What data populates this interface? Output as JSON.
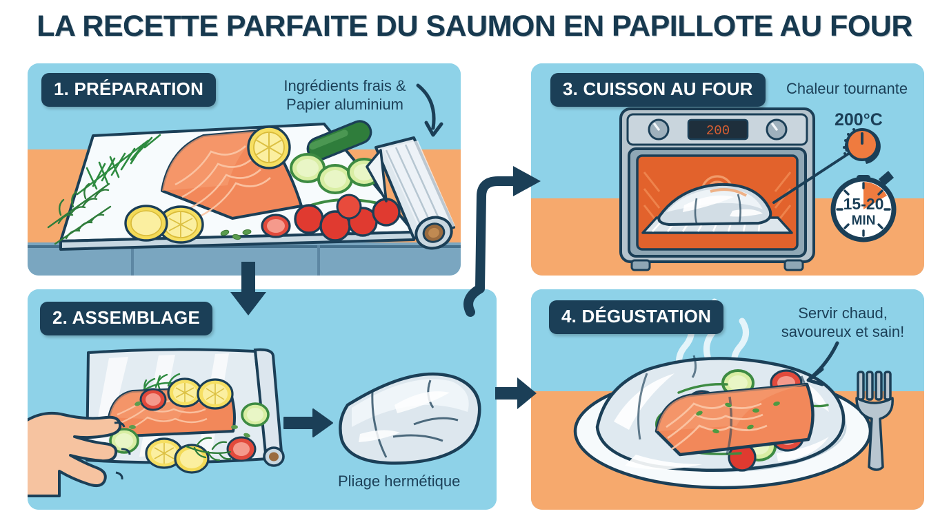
{
  "title": "LA RECETTE PARFAITE DU SAUMON EN PAPILLOTE AU FOUR",
  "colors": {
    "title_navy": "#17394f",
    "chip_navy": "#1b3f57",
    "sky_blue": "#8ed2e8",
    "counter_orange": "#f6a96d",
    "cabinet_blue": "#7aa6c0",
    "salmon": "#f08c5a",
    "accent_orange": "#ef7b3f",
    "foil_silver": "#c9d5dd",
    "white": "#ffffff"
  },
  "panels": [
    {
      "id": "panel1",
      "step_label": "1. PRÉPARATION",
      "annotation": "Ingrédients frais &\nPapier aluminium",
      "scene_name": "cutting-board-with-fresh-ingredients",
      "items": [
        "salmon fillet",
        "dill",
        "thyme",
        "lemon slices",
        "zucchini",
        "cherry tomatoes",
        "aluminium foil roll"
      ]
    },
    {
      "id": "panel2",
      "step_label": "2. ASSEMBLAGE",
      "caption": "Pliage hermétique",
      "scene_name": "hand-wrapping-salmon-in-foil",
      "items": [
        "hand",
        "foil sheet",
        "salmon fillet",
        "lemon",
        "dill",
        "tomato",
        "zucchini",
        "sealed foil packet"
      ]
    },
    {
      "id": "panel3",
      "step_label": "3. CUISSON AU FOUR",
      "annotation": "Chaleur tournante",
      "temperature": "200°C",
      "oven_display": "200",
      "timer_value": "15-20",
      "timer_unit": "MIN",
      "scene_name": "oven-baking-foil-packet"
    },
    {
      "id": "panel4",
      "step_label": "4. DÉGUSTATION",
      "annotation": "Servir chaud,\nsavoureux et sain!",
      "scene_name": "served-salmon-papillote-on-plate",
      "items": [
        "plate",
        "opened foil packet",
        "cooked salmon",
        "tomatoes",
        "zucchini",
        "herbs",
        "steam",
        "fork"
      ]
    }
  ],
  "flow_arrows": [
    {
      "name": "arrow-step1-to-step2",
      "direction": "down"
    },
    {
      "name": "arrow-step2-to-step3",
      "direction": "up-right"
    },
    {
      "name": "arrow-step2-to-step4",
      "direction": "right"
    },
    {
      "name": "arrow-inner-assemblage",
      "direction": "right"
    }
  ]
}
